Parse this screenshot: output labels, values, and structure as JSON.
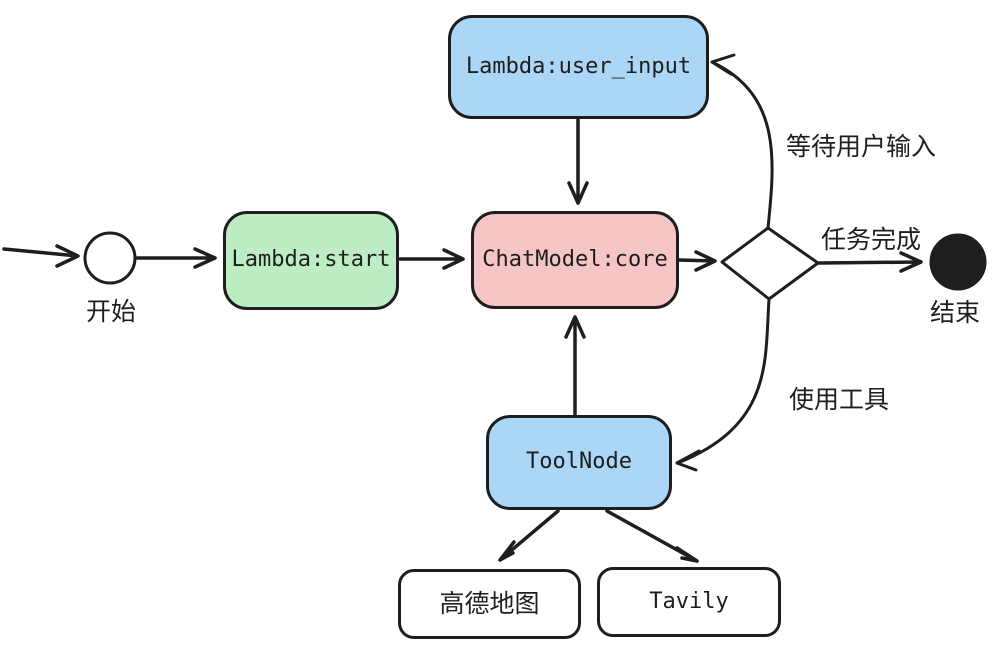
{
  "diagram": {
    "background": "#ffffff",
    "stroke_color": "#1e1e1e",
    "nodes": {
      "start_circle": {
        "label": "开始",
        "shape": "circle",
        "fill": "#ffffff"
      },
      "lambda_start": {
        "label": "Lambda:start",
        "shape": "rounded-rect",
        "fill": "#bdeec3"
      },
      "lambda_user_input": {
        "label": "Lambda:user_input",
        "shape": "rounded-rect",
        "fill": "#abd6f6"
      },
      "chatmodel_core": {
        "label": "ChatModel:core",
        "shape": "rounded-rect",
        "fill": "#f5c6c5"
      },
      "decision_diamond": {
        "label": "",
        "shape": "diamond",
        "fill": "#ffffff"
      },
      "toolnode": {
        "label": "ToolNode",
        "shape": "rounded-rect",
        "fill": "#abd6f6"
      },
      "gaode_map": {
        "label": "高德地图",
        "shape": "rounded-rect",
        "fill": "#ffffff"
      },
      "tavily": {
        "label": "Tavily",
        "shape": "rounded-rect",
        "fill": "#ffffff"
      },
      "end_circle": {
        "label": "结束",
        "shape": "filled-circle",
        "fill": "#1e1e1e"
      }
    },
    "edge_labels": {
      "wait_user_input": "等待用户输入",
      "task_complete": "任务完成",
      "use_tool": "使用工具"
    },
    "edges": [
      {
        "from": "entry",
        "to": "start_circle",
        "label": ""
      },
      {
        "from": "start_circle",
        "to": "lambda_start",
        "label": ""
      },
      {
        "from": "lambda_start",
        "to": "chatmodel_core",
        "label": ""
      },
      {
        "from": "lambda_user_input",
        "to": "chatmodel_core",
        "label": ""
      },
      {
        "from": "chatmodel_core",
        "to": "decision_diamond",
        "label": ""
      },
      {
        "from": "decision_diamond",
        "to": "lambda_user_input",
        "label": "等待用户输入"
      },
      {
        "from": "decision_diamond",
        "to": "end_circle",
        "label": "任务完成"
      },
      {
        "from": "decision_diamond",
        "to": "toolnode",
        "label": "使用工具"
      },
      {
        "from": "toolnode",
        "to": "chatmodel_core",
        "label": ""
      },
      {
        "from": "toolnode",
        "to": "gaode_map",
        "label": ""
      },
      {
        "from": "toolnode",
        "to": "tavily",
        "label": ""
      }
    ]
  }
}
